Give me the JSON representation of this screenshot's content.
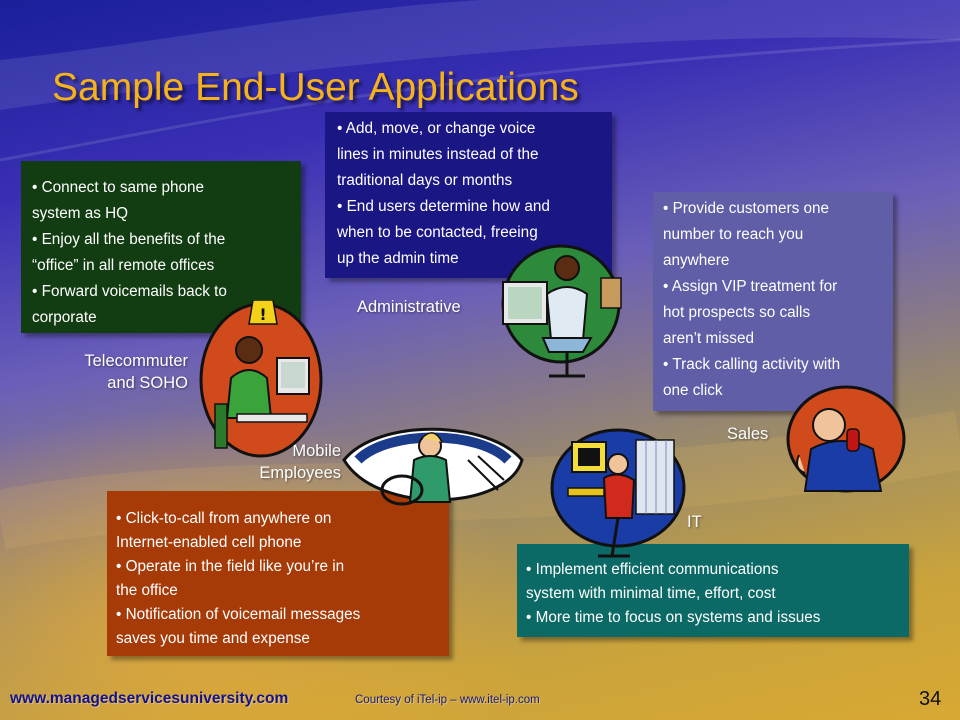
{
  "title": "Sample End-User Applications",
  "colors": {
    "title": "#f6b21a",
    "telecommuter_box": "#123d12",
    "admin_box": "#1a1785",
    "sales_box": "#5f5ea6",
    "mobile_box": "#a63b08",
    "it_box": "#0c6a66"
  },
  "telecommuter": {
    "label": "Telecommuter\nand SOHO",
    "bullets": [
      "Connect to same phone\n system as HQ",
      "Enjoy all the benefits of the\n “office” in all remote offices",
      "Forward voicemails back to\n corporate"
    ],
    "icon": "woman-at-computer-icon"
  },
  "administrative": {
    "label": "Administrative",
    "bullets": [
      "Add, move, or change voice\n lines in minutes instead of the\n traditional days or months",
      "End users determine how and\n when to be contacted, freeing\n up the admin time"
    ],
    "icon": "admin-with-document-icon"
  },
  "sales": {
    "label": "Sales",
    "bullets": [
      "Provide customers one\n number to reach you\n anywhere",
      "Assign VIP treatment for\n hot prospects so calls\n aren’t missed",
      "Track calling activity with\n one click"
    ],
    "icon": "salesman-on-phone-icon"
  },
  "mobile": {
    "label": "Mobile\nEmployees",
    "bullets": [
      "Click-to-call from anywhere on\n Internet-enabled cell phone",
      "Operate in the field like you’re in\n the office",
      "Notification of voicemail messages\n saves you time and expense"
    ],
    "icon": "driver-in-car-icon"
  },
  "it": {
    "label": "IT",
    "bullets": [
      "Implement efficient communications\n system with minimal time, effort, cost",
      "More time to focus on systems and issues"
    ],
    "icon": "it-worker-at-desk-icon"
  },
  "footer": {
    "url": "www.managedservicesuniversity.com",
    "courtesy": "Courtesy of iTel-ip – www.itel-ip.com",
    "page": "34"
  }
}
